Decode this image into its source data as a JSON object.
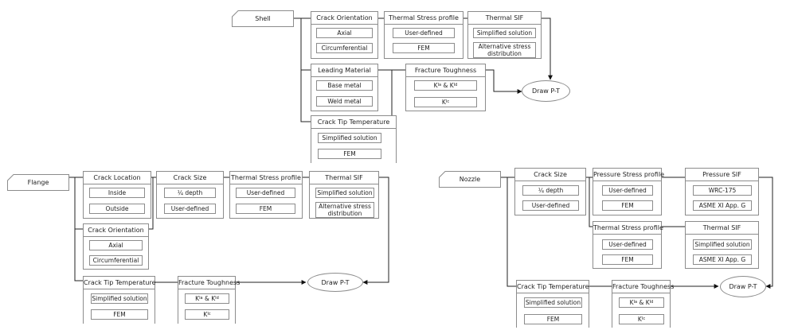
{
  "shell": {
    "label": "Shell",
    "crack_orientation": {
      "title": "Crack Orientation",
      "items": [
        "Axial",
        "Circumferential"
      ]
    },
    "thermal_stress": {
      "title": "Thermal Stress profile",
      "items": [
        "User-defined",
        "FEM"
      ]
    },
    "thermal_sif": {
      "title": "Thermal SIF",
      "items": [
        "Simplified solution",
        "Alternative stress distribution"
      ]
    },
    "leading_material": {
      "title": "Leading Material",
      "items": [
        "Base metal",
        "Weld metal"
      ]
    },
    "fracture_toughness": {
      "title": "Fracture Toughness",
      "item1": {
        "k1": "K",
        "s1": "Ia",
        "mid": " & K",
        "s2": "Id"
      },
      "item2": {
        "k": "K",
        "s": "Ic"
      }
    },
    "crack_tip_temp": {
      "title": "Crack Tip Temperature",
      "items": [
        "Simplified solution",
        "FEM"
      ]
    },
    "draw": "Draw P-T"
  },
  "flange": {
    "label": "Flange",
    "crack_location": {
      "title": "Crack Location",
      "items": [
        "Inside",
        "Outside"
      ]
    },
    "crack_orientation": {
      "title": "Crack Orientation",
      "items": [
        "Axial",
        "Circumferential"
      ]
    },
    "crack_size": {
      "title": "Crack Size",
      "items": [
        "¼ depth",
        "User-defined"
      ]
    },
    "thermal_stress": {
      "title": "Thermal Stress profile",
      "items": [
        "User-defined",
        "FEM"
      ]
    },
    "thermal_sif": {
      "title": "Thermal SIF",
      "items": [
        "Simplified solution",
        "Alternative stress distribution"
      ]
    },
    "crack_tip_temp": {
      "title": "Crack Tip Temperature",
      "items": [
        "Simplified solution",
        "FEM"
      ]
    },
    "fracture_toughness": {
      "title": "Fracture Toughness",
      "item1": {
        "k1": "K",
        "s1": "Ia",
        "mid": " & K",
        "s2": "Id"
      },
      "item2": {
        "k": "K",
        "s": "Ic"
      }
    },
    "draw": "Draw P-T"
  },
  "nozzle": {
    "label": "Nozzle",
    "crack_size": {
      "title": "Crack Size",
      "items": [
        "¼ depth",
        "User-defined"
      ]
    },
    "pressure_stress": {
      "title": "Pressure Stress profile",
      "items": [
        "User-defined",
        "FEM"
      ]
    },
    "pressure_sif": {
      "title": "Pressure SIF",
      "items": [
        "WRC-175",
        "ASME XI App. G"
      ]
    },
    "thermal_stress": {
      "title": "Thermal Stress profile",
      "items": [
        "User-defined",
        "FEM"
      ]
    },
    "thermal_sif": {
      "title": "Thermal SIF",
      "items": [
        "Simplified solution",
        "ASME XI App. G"
      ]
    },
    "crack_tip_temp": {
      "title": "Crack Tip Temperature",
      "items": [
        "Simplified solution",
        "FEM"
      ]
    },
    "fracture_toughness": {
      "title": "Fracture Toughness",
      "item1": {
        "k1": "K",
        "s1": "Ia",
        "mid": " & K",
        "s2": "Id"
      },
      "item2": {
        "k": "K",
        "s": "Ic"
      }
    },
    "draw": "Draw P-T"
  }
}
